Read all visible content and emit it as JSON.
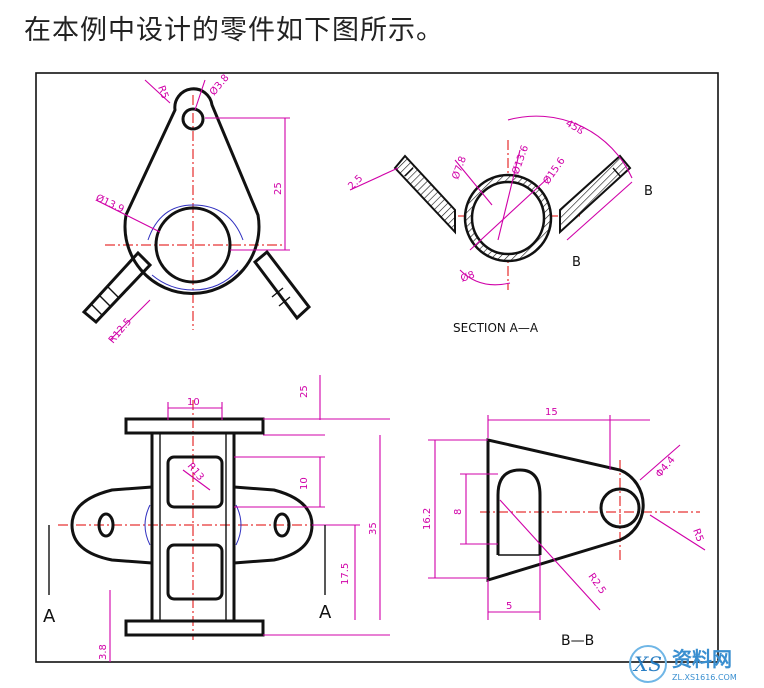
{
  "caption": "在本例中设计的零件如下图所示。",
  "colors": {
    "dimension": "#d000a8",
    "centerline": "#e00000",
    "outline": "#111111",
    "hidden": "#3030c0"
  },
  "top_left_view": {
    "dims": {
      "r5": "R5",
      "phi38": "Ø3.8",
      "d25": "25",
      "phi139": "Ø13.9",
      "r125": "R12.5"
    }
  },
  "section_view": {
    "label": "SECTION  A—A",
    "dims": {
      "d25": "2.5",
      "phi78": "Ø7.8",
      "phi136": "Ø13.6",
      "phi156": "Ø15.6",
      "a45": "45ß",
      "phi8": "Ø8"
    },
    "cut_labels": {
      "b_top": "B",
      "b_bottom": "B"
    }
  },
  "front_view": {
    "dims": {
      "d10": "10",
      "d25": "25",
      "r13": "R13",
      "d10v": "10",
      "d35": "35",
      "d175": "17.5",
      "d38": "3.8"
    },
    "cut_labels": {
      "a_left": "A",
      "a_right": "A"
    }
  },
  "bb_view": {
    "label": "B—B",
    "dims": {
      "d15": "15",
      "phi44": "Φ4.4",
      "d162": "16.2",
      "d8": "8",
      "r25": "R2.5",
      "r5": "R5",
      "d5": "5"
    }
  },
  "watermark": {
    "brand": "资料网",
    "url": "ZL.XS1616.COM",
    "letters": "XS"
  }
}
